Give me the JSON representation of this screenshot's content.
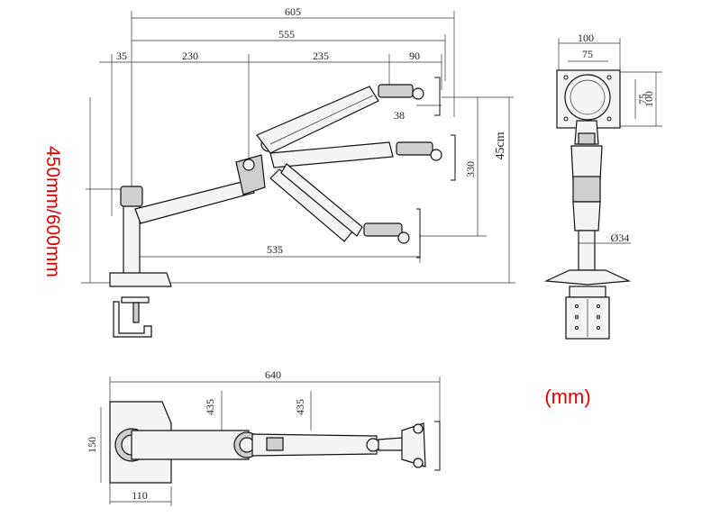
{
  "dimensions": {
    "top_total": "605",
    "top_reach": "555",
    "top_base_offset": "35",
    "top_arm1": "230",
    "top_arm2": "235",
    "top_head": "90",
    "head_depth": "38",
    "height_range": "330",
    "height_total": "45cm",
    "lower_reach": "535",
    "vesa_outer": "100",
    "vesa_inner": "75",
    "vesa_v_inner": "75",
    "vesa_v_outer": "100",
    "pole_diameter": "Ø34",
    "plan_length": "640",
    "plan_arm_a": "435",
    "plan_arm_b": "435",
    "plan_base_depth": "150",
    "plan_base_width": "110"
  },
  "labels": {
    "pole_height": "450mm/600mm",
    "unit": "(mm)"
  }
}
